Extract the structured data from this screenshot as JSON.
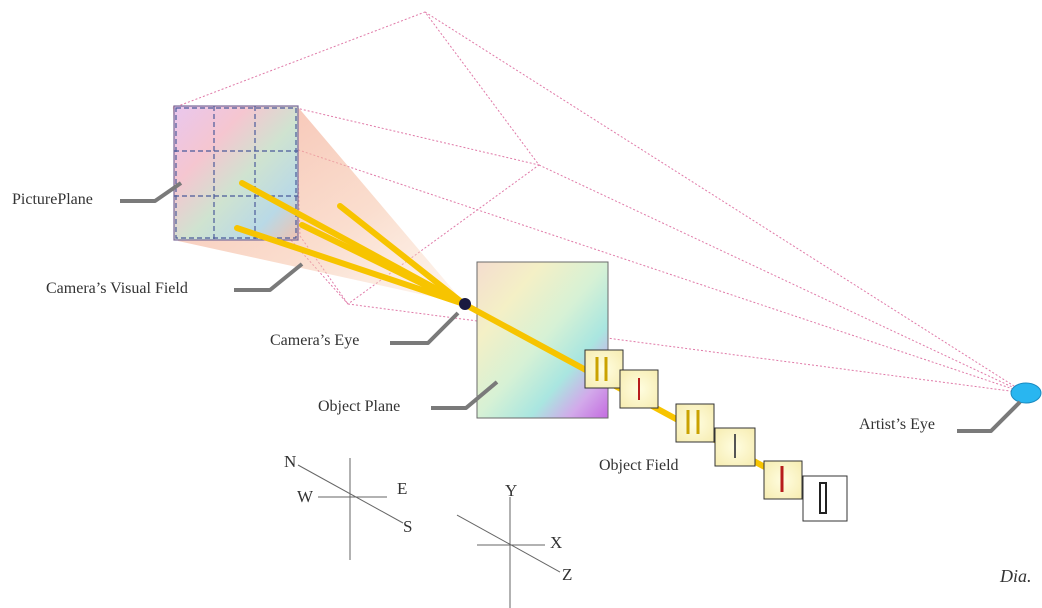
{
  "labels": {
    "picture_plane": "PicturePlane",
    "camera_visual_field": "Camera’s Visual Field",
    "camera_eye": "Camera’s Eye",
    "object_plane": "Object Plane",
    "object_field": "Object Field",
    "artist_eye": "Artist’s Eye"
  },
  "compass": {
    "n": "N",
    "w": "W",
    "e": "E",
    "s": "S"
  },
  "axes": {
    "y": "Y",
    "x": "X",
    "z": "Z"
  },
  "caption": "Dia.",
  "colors": {
    "ray": "#f7c400",
    "dotted": "#e07aa8",
    "pointer": "#7a7a7a",
    "eye_fill": "#29b6f0",
    "camera_eye": "#1a1a40",
    "grid_line": "#4a5a9a"
  }
}
